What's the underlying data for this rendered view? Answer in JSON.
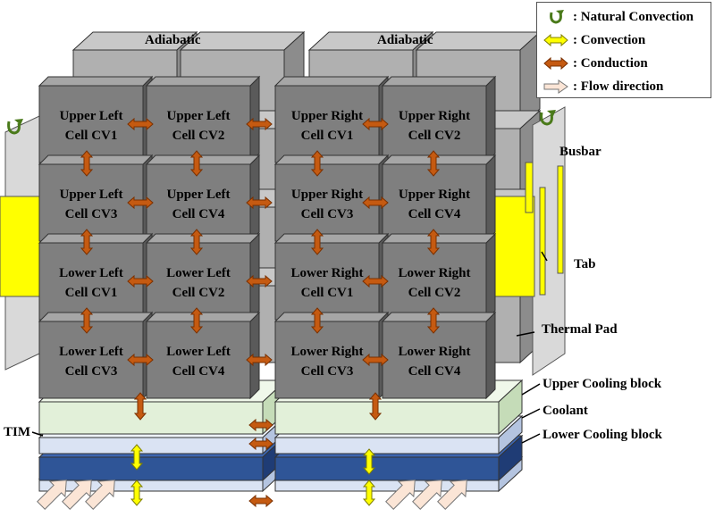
{
  "legend": {
    "natural_convection": ": Natural Convection",
    "convection": ": Convection",
    "conduction": ": Conduction",
    "flow_direction": ": Flow direction"
  },
  "labels": {
    "adiabatic_left": "Adiabatic",
    "adiabatic_right": "Adiabatic",
    "busbar": "Busbar",
    "tab": "Tab",
    "thermal_pad": "Thermal Pad",
    "upper_cooling_block": "Upper Cooling block",
    "coolant": "Coolant",
    "lower_cooling_block": "Lower Cooling block",
    "tim": "TIM"
  },
  "cells": [
    [
      "Upper Left",
      "Cell CV1"
    ],
    [
      "Upper Left",
      "Cell CV2"
    ],
    [
      "Upper Right",
      "Cell CV1"
    ],
    [
      "Upper Right",
      "Cell CV2"
    ],
    [
      "Upper Left",
      "Cell CV3"
    ],
    [
      "Upper Left",
      "Cell CV4"
    ],
    [
      "Upper Right",
      "Cell CV3"
    ],
    [
      "Upper Right",
      "Cell CV4"
    ],
    [
      "Lower Left",
      "Cell CV1"
    ],
    [
      "Lower Left",
      "Cell CV2"
    ],
    [
      "Lower Right",
      "Cell CV1"
    ],
    [
      "Lower Right",
      "Cell CV2"
    ],
    [
      "Lower Left",
      "Cell CV3"
    ],
    [
      "Lower Left",
      "Cell CV4"
    ],
    [
      "Lower Right",
      "Cell CV3"
    ],
    [
      "Lower Right",
      "Cell CV4"
    ]
  ],
  "colors": {
    "cell_front": "#7f7f7f",
    "cell_side": "#5a5a5a",
    "cell_top": "#a6a6a6",
    "back_cell": "#b0b0b0",
    "conduction_arrow": "#c55a11",
    "convection_arrow": "#ffff00",
    "tab": "#ffff00",
    "busbar": "#d9d9d9",
    "coolant": "#2f5597",
    "tim": "#e2f0d9",
    "cooling_block": "#dae3f3",
    "flow_arrow": "#fbe5d6"
  }
}
